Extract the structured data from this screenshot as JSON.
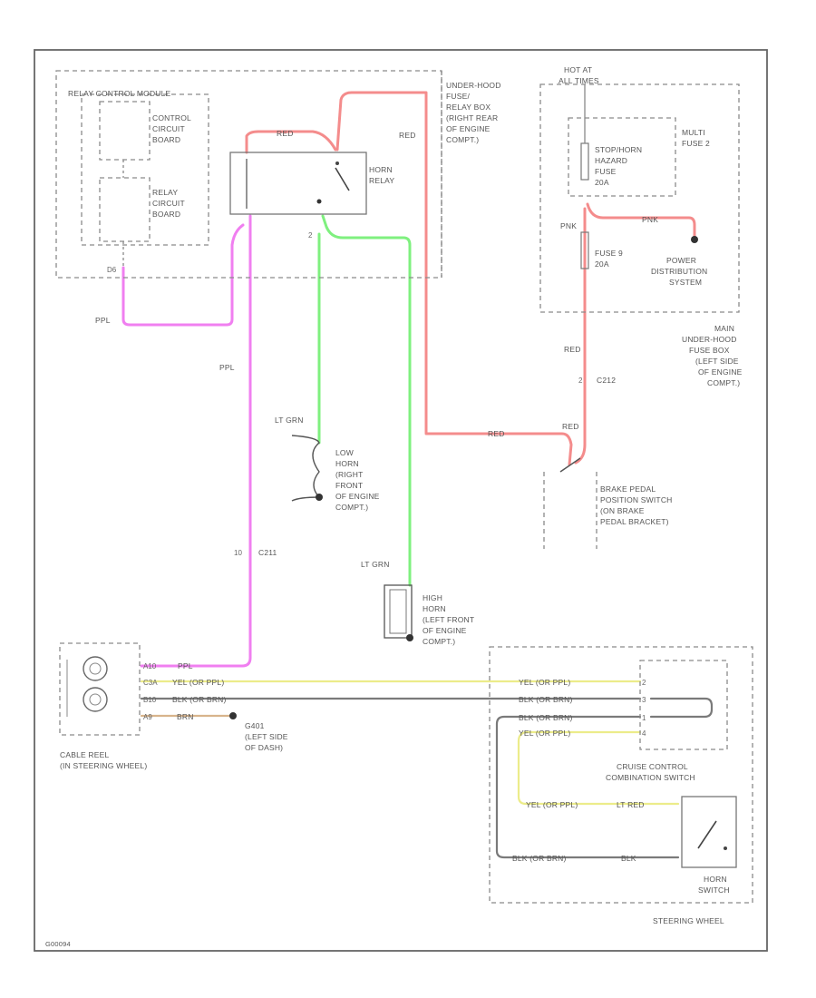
{
  "colors": {
    "red_wire": "#f48c8c",
    "pink_wire": "#f07ff0",
    "green_wire": "#7ff07f",
    "yellow_wire": "#ecec8a",
    "black_wire": "#7a7a7a",
    "brown_wire": "#d8b48c",
    "frame": "#666666"
  },
  "labels": {
    "relay_module": "RELAY CONTROL MODULE",
    "control_board": [
      "CONTROL",
      "CIRCUIT",
      "BOARD"
    ],
    "relay_board": [
      "RELAY",
      "CIRCUIT",
      "BOARD"
    ],
    "relay_pin": "D6",
    "underhood_fuse": [
      "UNDER-HOOD",
      "FUSE/",
      "RELAY BOX",
      "(RIGHT REAR",
      "OF ENGINE",
      "COMPT.)"
    ],
    "hot_at": [
      "HOT AT",
      "ALL TIMES"
    ],
    "multi_fuse": [
      "MULTI",
      "FUSE 2"
    ],
    "stop_horn_fuse": [
      "STOP/HORN",
      "HAZARD",
      "FUSE",
      "20A"
    ],
    "fuse9": [
      "FUSE 9",
      "20A"
    ],
    "power_dist": [
      "POWER",
      "DISTRIBUTION",
      "SYSTEM"
    ],
    "main_fuse_box": [
      "MAIN",
      "UNDER-HOOD",
      "FUSE BOX",
      "(LEFT SIDE",
      "OF ENGINE",
      "COMPT.)"
    ],
    "horn_relay": [
      "HORN",
      "RELAY"
    ],
    "relay_pin2": "2",
    "wire_red_top": "RED",
    "wire_red_right": "RED",
    "wire_red_mid": "RED",
    "wire_red_fuse": "RED",
    "wire_red_junction": "RED",
    "wire_pnk1": "PNK",
    "wire_pnk2": "PNK",
    "wire_ppl1": "PPL",
    "wire_ppl2": "PPL",
    "conn_c212": "C212",
    "conn_c211": "C211",
    "pin_c211": "10",
    "pin_c212": "2",
    "low_horn_wire": "LT GRN",
    "low_horn": [
      "LOW",
      "HORN",
      "(RIGHT",
      "FRONT",
      "OF ENGINE",
      "COMPT.)"
    ],
    "high_horn_wire": "LT GRN",
    "high_horn": [
      "HIGH",
      "HORN",
      "(LEFT FRONT",
      "OF ENGINE",
      "COMPT.)"
    ],
    "brake_switch": [
      "BRAKE PEDAL",
      "POSITION SWITCH",
      "(ON BRAKE",
      "PEDAL BRACKET)"
    ],
    "cable_reel": [
      "CABLE REEL",
      "(IN STEERING WHEEL)"
    ],
    "cable_pins": [
      "A10",
      "C3A",
      "B10",
      "A9"
    ],
    "cable_wires": [
      "PPL",
      "YEL (OR PPL)",
      "BLK (OR BRN)",
      "BRN"
    ],
    "g401": [
      "G401",
      "(LEFT SIDE",
      "OF DASH)"
    ],
    "right_wires": [
      "YEL (OR PPL)",
      "BLK (OR BRN)",
      "BLK (OR BRN)",
      "YEL (OR PPL)"
    ],
    "right_pins": [
      "2",
      "3",
      "1",
      "4"
    ],
    "cruise_switch": [
      "CRUISE CONTROL",
      "COMBINATION SWITCH"
    ],
    "horn_bottom_wires": [
      "YEL (OR PPL)",
      "LT RED",
      "BLK (OR BRN)",
      "BLK"
    ],
    "horn_switch": [
      "HORN",
      "SWITCH"
    ],
    "steering_wheel": "STEERING WHEEL",
    "ref_code": "G00094"
  }
}
